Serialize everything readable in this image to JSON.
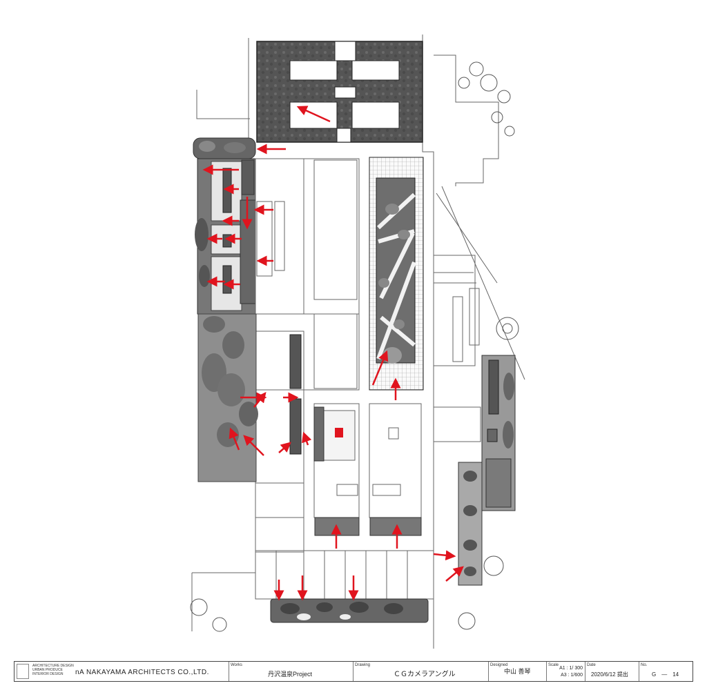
{
  "arrow_color": "#e0141e",
  "titleblock": {
    "firm_lines": [
      "ARCHITECTURE DESIGN",
      "URBAN PRODUCE",
      "INTERIOR DESIGN"
    ],
    "firm_name": "nA  NAKAYAMA ARCHITECTS CO.,LTD.",
    "works_label": "Works",
    "works_value": "丹沢温泉Project",
    "drawing_label": "Drawing",
    "drawing_value": "ＣＧカメラアングル",
    "designed_label": "Designed",
    "designed_value": "中山 善琴",
    "scale_label": "Scale",
    "scale_a1": "A1 : 1/ 300",
    "scale_a3": "A3 : 1/600",
    "date_label": "Date",
    "date_value": "2020/6/12 提出",
    "no_label": "No.",
    "no_value": "G　—　14"
  }
}
